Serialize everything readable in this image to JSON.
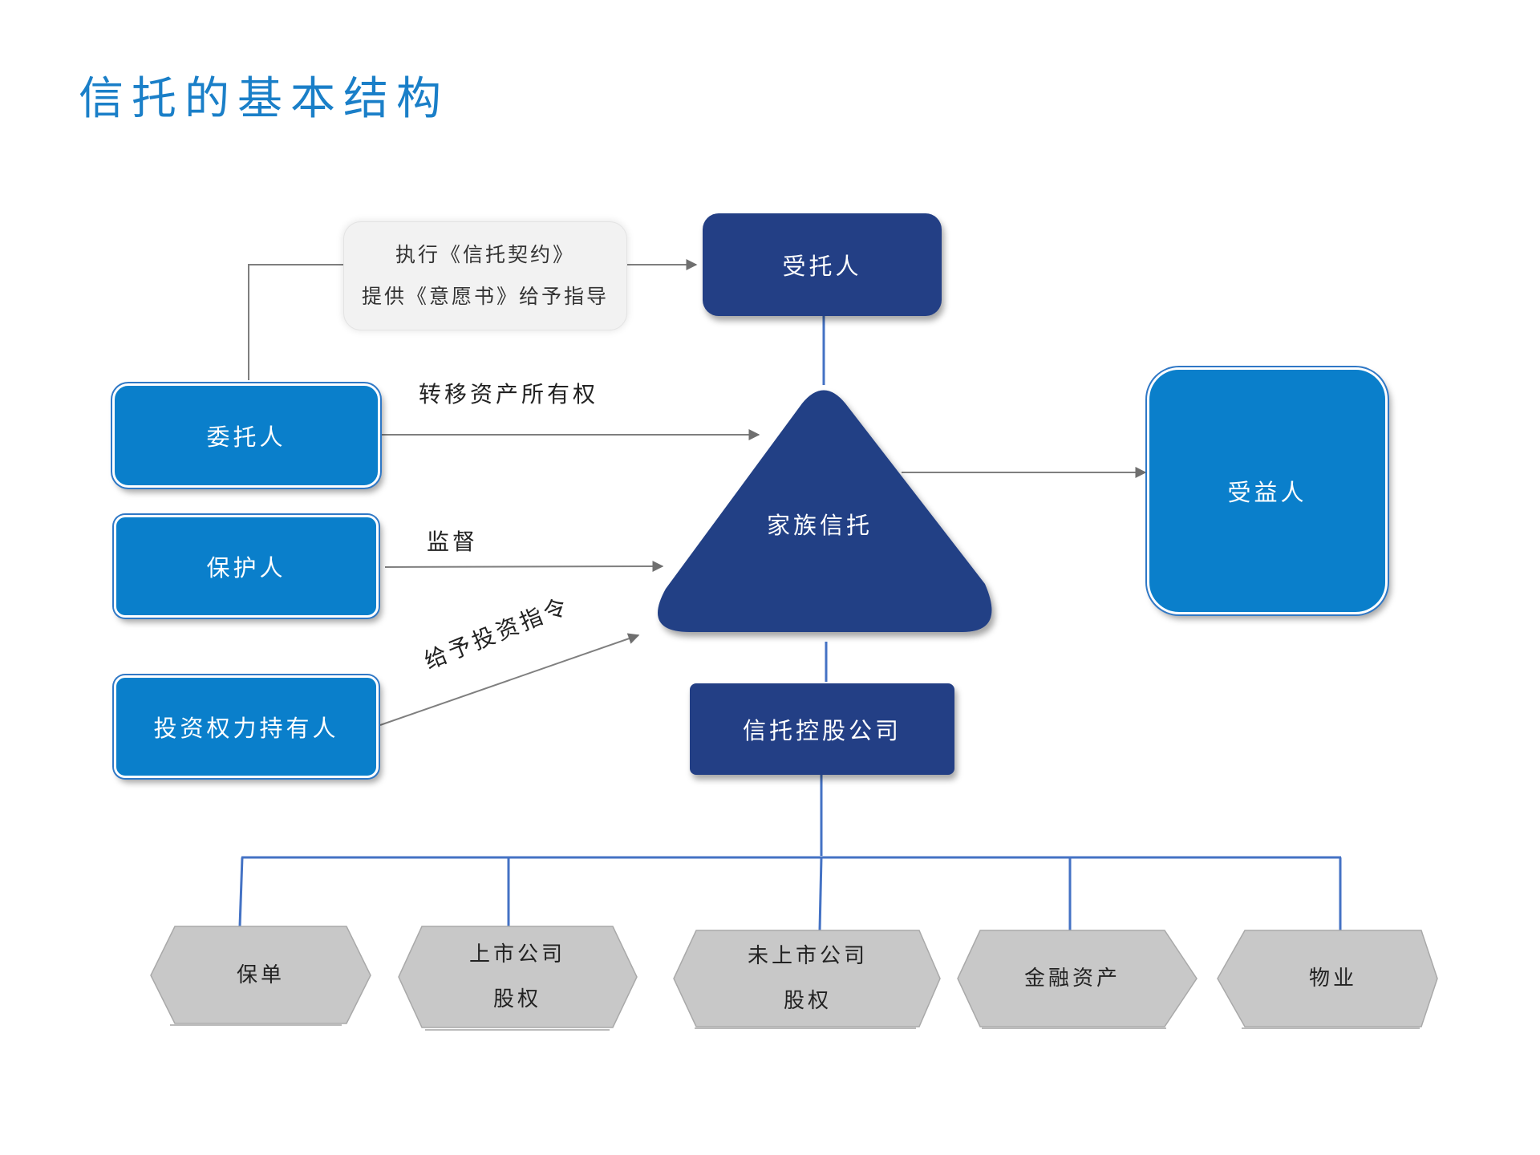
{
  "title": "信托的基本结构",
  "nodes": {
    "trustee": "受托人",
    "settlor": "委托人",
    "protector": "保护人",
    "investment_holder": "投资权力持有人",
    "family_trust": "家族信托",
    "beneficiary": "受益人",
    "holding_company": "信托控股公司"
  },
  "note": {
    "line1": "执行《信托契约》",
    "line2": "提供《意愿书》给予指导"
  },
  "edge_labels": {
    "transfer": "转移资产所有权",
    "supervise": "监督",
    "instruct": "给予投资指令"
  },
  "assets": [
    {
      "line1": "保单",
      "line2": ""
    },
    {
      "line1": "上市公司",
      "line2": "股权"
    },
    {
      "line1": "未上市公司",
      "line2": "股权"
    },
    {
      "line1": "金融资产",
      "line2": ""
    },
    {
      "line1": "物业",
      "line2": ""
    }
  ],
  "colors": {
    "title": "#1a7fc8",
    "light_blue": "#0a7fcb",
    "dark_blue": "#233f85",
    "asset_gray": "#c8c8c8",
    "connector_blue": "#4472c4",
    "arrow_gray": "#7f7f7f"
  }
}
